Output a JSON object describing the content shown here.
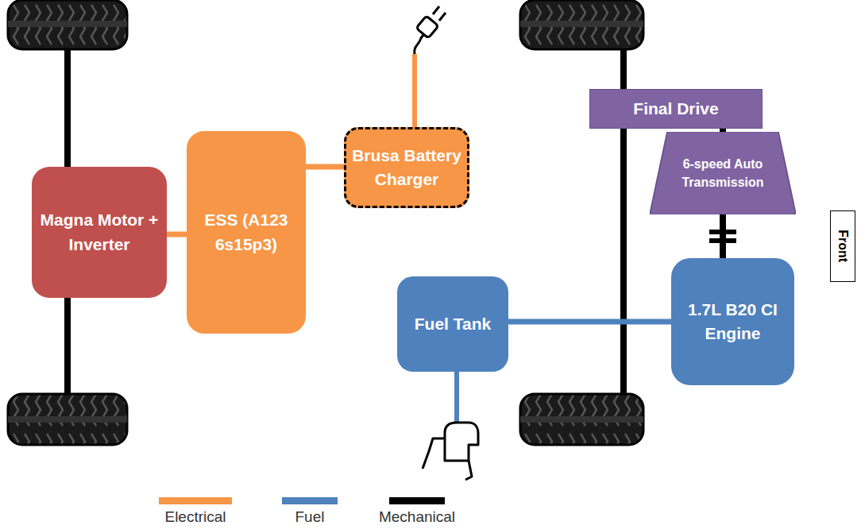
{
  "diagram": {
    "nodes": [
      {
        "text": [
          "Magna Motor + Inverter"
        ]
      },
      {
        "text": [
          "ESS (A123 6s15p3)"
        ]
      },
      {
        "text": [
          "Brusa Battery Charger"
        ]
      },
      {
        "text": [
          "Final Drive"
        ]
      },
      {
        "text": [
          "6-speed Auto Transmission"
        ]
      },
      {
        "text": [
          "Fuel Tank"
        ]
      },
      {
        "text": [
          "1.7L B20 CI Engine"
        ]
      },
      {
        "text": [
          "Front"
        ]
      }
    ],
    "edges": [
      {
        "from": 0,
        "to": 1,
        "arrow": "none"
      },
      {
        "from": 1,
        "to": 2,
        "arrow": "none"
      },
      {
        "from": 4,
        "to": 3,
        "arrow": "none"
      },
      {
        "from": 6,
        "to": 4,
        "arrow": "none"
      },
      {
        "from": 5,
        "to": 6,
        "arrow": "none"
      }
    ],
    "legend": [
      {
        "text": "Electrical",
        "color": "#f79646"
      },
      {
        "text": "Fuel",
        "color": "#4f81bd"
      },
      {
        "text": "Mechanical",
        "color": "#000000"
      }
    ]
  }
}
